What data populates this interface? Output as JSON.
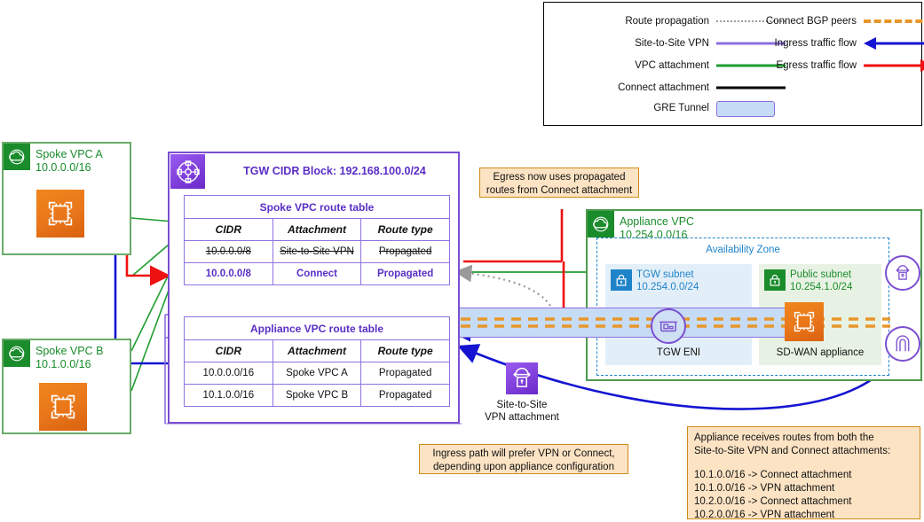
{
  "legend": {
    "items": [
      {
        "label": "Route propagation",
        "style": "dotted-gray"
      },
      {
        "label": "Site-to-Site VPN",
        "style": "solid-purple"
      },
      {
        "label": "VPC attachment",
        "style": "solid-green"
      },
      {
        "label": "Connect attachment",
        "style": "solid-black"
      },
      {
        "label": "GRE Tunnel",
        "style": "blue-swatch"
      },
      {
        "label": "Connect BGP peers",
        "style": "dashed-orange"
      },
      {
        "label": "Ingress traffic flow",
        "style": "arrow-left-blue"
      },
      {
        "label": "Egress traffic flow",
        "style": "arrow-right-red"
      }
    ]
  },
  "spoke_vpcs": [
    {
      "name": "Spoke VPC A",
      "cidr": "10.0.0.0/16",
      "icon": "ec2-instance-icon"
    },
    {
      "name": "Spoke VPC B",
      "cidr": "10.1.0.0/16",
      "icon": "ec2-instance-icon"
    }
  ],
  "tgw": {
    "cidr_block_label": "TGW CIDR Block: 192.168.100.0/24",
    "icon": "transit-gateway-icon"
  },
  "spoke_route_table": {
    "title": "Spoke VPC route table",
    "columns": [
      "CIDR",
      "Attachment",
      "Route type"
    ],
    "rows": [
      {
        "cidr": "10.0.0.0/8",
        "attachment": "Site-to-Site VPN",
        "route_type": "Propagated",
        "state": "struck"
      },
      {
        "cidr": "10.0.0.0/8",
        "attachment": "Connect",
        "route_type": "Propagated",
        "state": "active"
      }
    ]
  },
  "appliance_route_table": {
    "title": "Appliance VPC route table",
    "columns": [
      "CIDR",
      "Attachment",
      "Route type"
    ],
    "rows": [
      {
        "cidr": "10.0.0.0/16",
        "attachment": "Spoke VPC A",
        "route_type": "Propagated",
        "state": "normal"
      },
      {
        "cidr": "10.1.0.0/16",
        "attachment": "Spoke VPC B",
        "route_type": "Propagated",
        "state": "normal"
      }
    ]
  },
  "appliance_vpc": {
    "name": "Appliance VPC",
    "cidr": "10.254.0.0/16",
    "availability_zone_label": "Availability Zone",
    "subnets": [
      {
        "name": "TGW subnet",
        "cidr": "10.254.0.0/24",
        "resource": "TGW ENI",
        "color": "#1f83c9"
      },
      {
        "name": "Public subnet",
        "cidr": "10.254.1.0/24",
        "resource": "SD-WAN appliance",
        "color": "#1a8c2c"
      }
    ]
  },
  "vpn_attachment": {
    "label_line1": "Site-to-Site",
    "label_line2": "VPN attachment",
    "icon": "vpn-attachment-icon"
  },
  "callouts": {
    "egress": {
      "line1": "Egress now uses propagated",
      "line2": "routes from Connect attachment"
    },
    "ingress": {
      "line1": "Ingress path will prefer VPN or Connect,",
      "line2": "depending upon appliance configuration"
    },
    "routes": {
      "line1": "Appliance receives routes from both the",
      "line2": "Site-to-Site VPN and Connect attachments:",
      "entries": [
        "10.1.0.0/16 -> Connect attachment",
        "10.1.0.0/16 -> VPN attachment",
        "10.2.0.0/16 -> Connect attachment",
        "10.2.0.0/16 -> VPN attachment"
      ]
    }
  },
  "edge_icons": [
    {
      "name": "vpn-connection-icon"
    },
    {
      "name": "transit-gateway-connect-icon"
    }
  ],
  "colors": {
    "purple": "#5a2ec6",
    "green": "#1a8c2c",
    "blue": "#1414d2",
    "red": "#ee1111",
    "orange": "#e8962a",
    "gray": "#9a9a9a",
    "gre_fill": "#c6dcf6",
    "callout_fill": "#fce3c4"
  }
}
